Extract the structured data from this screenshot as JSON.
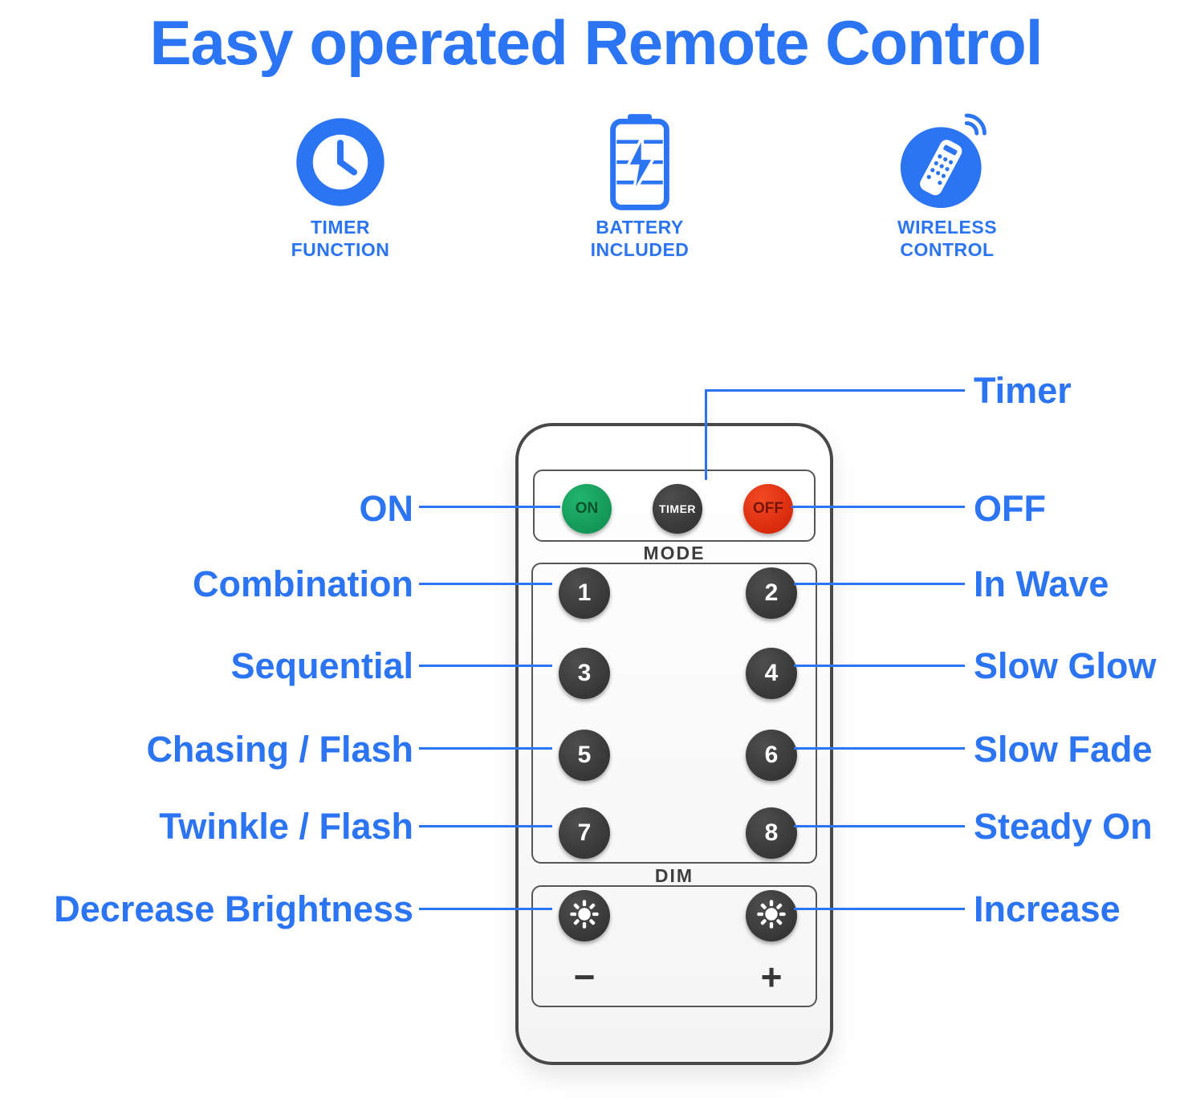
{
  "accent": "#2b74f3",
  "title": "Easy operated Remote Control",
  "features": [
    {
      "icon": "clock-icon",
      "line1": "TIMER",
      "line2": "FUNCTION"
    },
    {
      "icon": "battery-icon",
      "line1": "BATTERY",
      "line2": "INCLUDED"
    },
    {
      "icon": "remote-icon",
      "line1": "WIRELESS",
      "line2": "CONTROL"
    }
  ],
  "remote": {
    "on_label": "ON",
    "timer_label": "TIMER",
    "off_label": "OFF",
    "mode_label": "MODE",
    "mode_buttons": [
      "1",
      "2",
      "3",
      "4",
      "5",
      "6",
      "7",
      "8"
    ],
    "dim_label": "DIM",
    "decrease_symbol": "−",
    "increase_symbol": "+",
    "colors": {
      "on": "#14a35c",
      "off": "#e73111",
      "button_dark": "#3a3a3a",
      "body": "#f7f7f7"
    }
  },
  "annotations": {
    "left": [
      "ON",
      "Combination",
      "Sequential",
      "Chasing / Flash",
      "Twinkle / Flash",
      "Decrease Brightness"
    ],
    "right": [
      "Timer",
      "OFF",
      "In Wave",
      "Slow Glow",
      "Slow Fade",
      "Steady On",
      "Increase"
    ]
  }
}
